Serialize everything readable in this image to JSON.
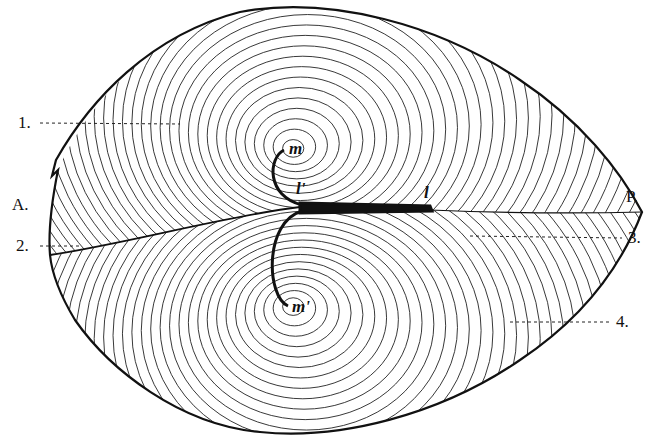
{
  "diagram": {
    "labels": [
      "1.",
      "A.",
      "2.",
      "m",
      "l'",
      "l",
      "3.",
      "P.",
      "4.",
      "m'"
    ]
  }
}
